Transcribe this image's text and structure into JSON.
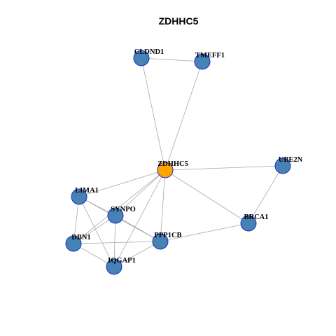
{
  "title": "ZDHHC5",
  "colors": {
    "background": "#ffffff",
    "node_default": "#4682b4",
    "node_highlight": "#ffa500",
    "node_border": "#1a2fbf",
    "edge": "#a9a9a9"
  },
  "nodes": [
    {
      "id": "CLDND1",
      "label": "CLDND1",
      "highlight": false
    },
    {
      "id": "TMEFF1",
      "label": "TMEFF1",
      "highlight": false
    },
    {
      "id": "ZDHHC5",
      "label": "ZDHHC5",
      "highlight": true
    },
    {
      "id": "UBE2N",
      "label": "UBE2N",
      "highlight": false
    },
    {
      "id": "LIMA1",
      "label": "LIMA1",
      "highlight": false
    },
    {
      "id": "SYNPO",
      "label": "SYNPO",
      "highlight": false
    },
    {
      "id": "BRCA1",
      "label": "BRCA1",
      "highlight": false
    },
    {
      "id": "DBN1",
      "label": "DBN1",
      "highlight": false
    },
    {
      "id": "PPP1CB",
      "label": "PPP1CB",
      "highlight": false
    },
    {
      "id": "IQGAP1",
      "label": "IQGAP1",
      "highlight": false
    }
  ],
  "edges": [
    [
      "CLDND1",
      "TMEFF1"
    ],
    [
      "CLDND1",
      "ZDHHC5"
    ],
    [
      "TMEFF1",
      "ZDHHC5"
    ],
    [
      "ZDHHC5",
      "UBE2N"
    ],
    [
      "ZDHHC5",
      "LIMA1"
    ],
    [
      "ZDHHC5",
      "SYNPO"
    ],
    [
      "ZDHHC5",
      "DBN1"
    ],
    [
      "ZDHHC5",
      "PPP1CB"
    ],
    [
      "ZDHHC5",
      "IQGAP1"
    ],
    [
      "ZDHHC5",
      "BRCA1"
    ],
    [
      "UBE2N",
      "BRCA1"
    ],
    [
      "BRCA1",
      "PPP1CB"
    ],
    [
      "LIMA1",
      "SYNPO"
    ],
    [
      "LIMA1",
      "DBN1"
    ],
    [
      "LIMA1",
      "PPP1CB"
    ],
    [
      "LIMA1",
      "IQGAP1"
    ],
    [
      "SYNPO",
      "DBN1"
    ],
    [
      "SYNPO",
      "PPP1CB"
    ],
    [
      "SYNPO",
      "IQGAP1"
    ],
    [
      "DBN1",
      "PPP1CB"
    ],
    [
      "DBN1",
      "IQGAP1"
    ],
    [
      "PPP1CB",
      "IQGAP1"
    ]
  ]
}
